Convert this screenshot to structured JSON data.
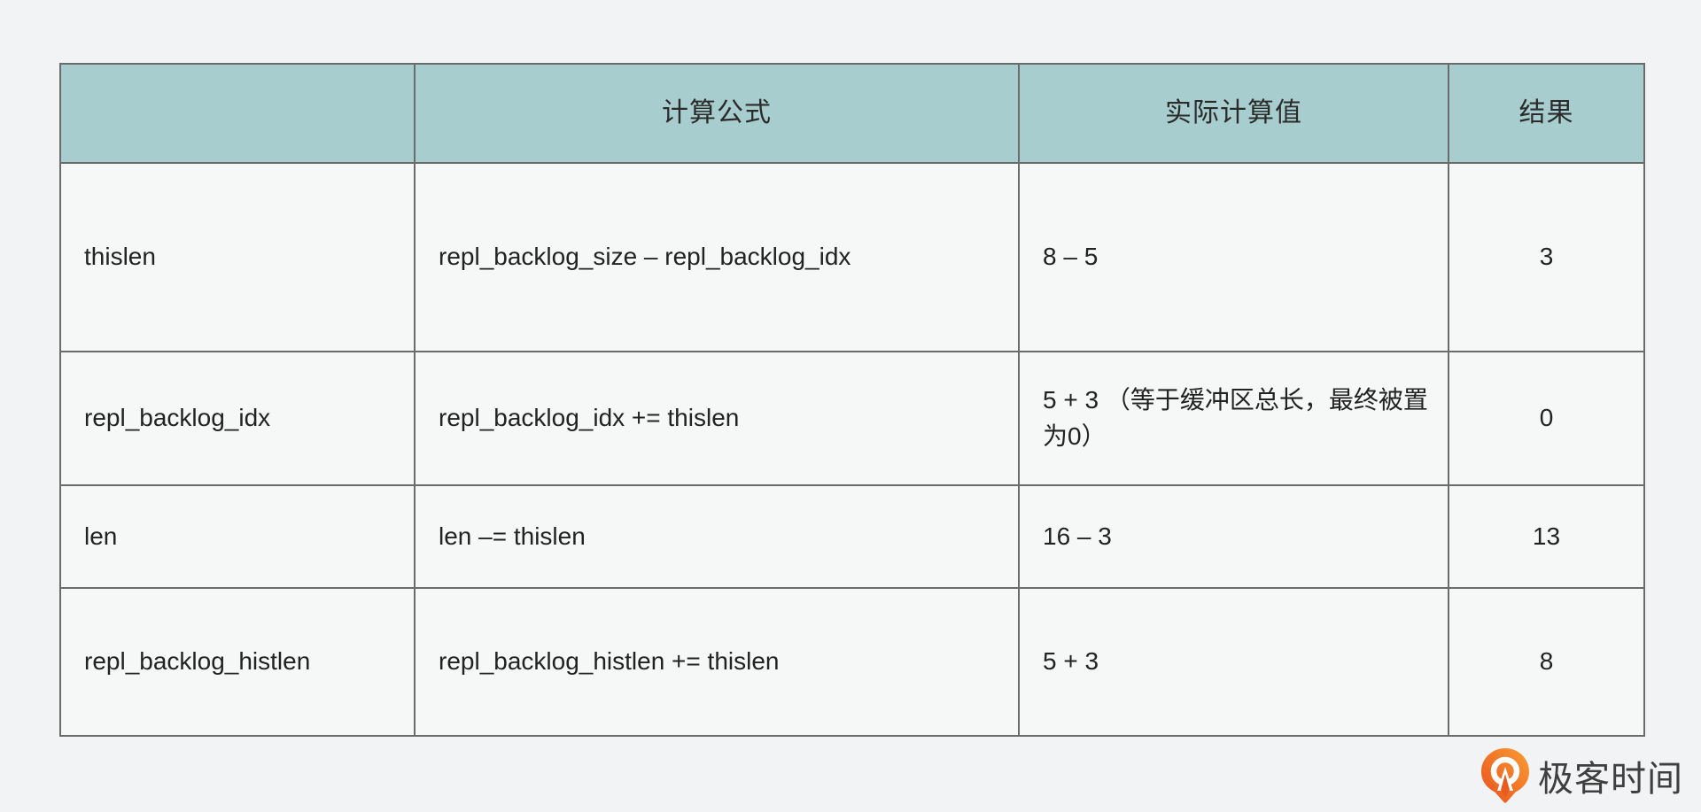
{
  "chart_data": {
    "type": "table",
    "columns": [
      "",
      "计算公式",
      "实际计算值",
      "结果"
    ],
    "rows": [
      [
        "thislen",
        "repl_backlog_size – repl_backlog_idx",
        "8 – 5",
        "3"
      ],
      [
        "repl_backlog_idx",
        "repl_backlog_idx += thislen",
        "5 + 3 （等于缓冲区总长，最终被置为0）",
        "0"
      ],
      [
        "len",
        "len –= thislen",
        "16 – 3",
        "13"
      ],
      [
        "repl_backlog_histlen",
        "repl_backlog_histlen += thislen",
        "5 + 3",
        "8"
      ]
    ],
    "title": "",
    "layout_hints": {
      "header_bg": "#a7cdce",
      "cell_bg": "#f6f7f7",
      "border_color": "#6b6b6b",
      "page_bg": "#f2f3f5"
    }
  },
  "branding": {
    "logo_text": "极客时间",
    "logo_orange_light": "#f99d33",
    "logo_orange_dark": "#ea4f1d",
    "text_color": "#3f3f3f"
  }
}
